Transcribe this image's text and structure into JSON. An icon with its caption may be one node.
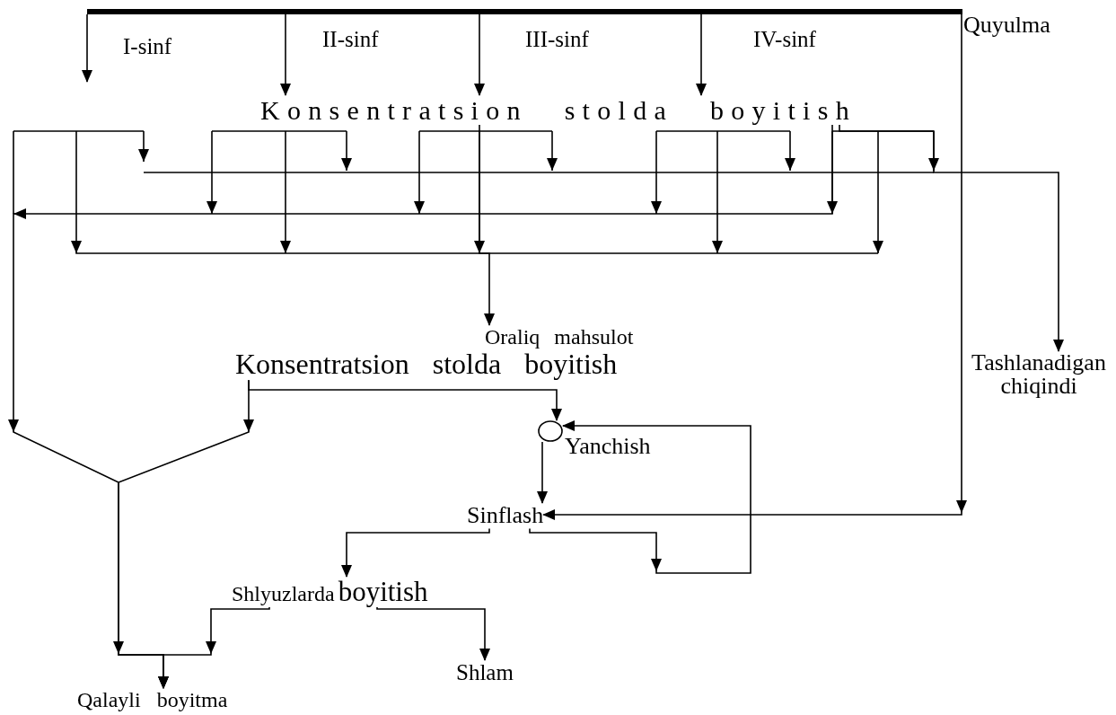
{
  "diagram": {
    "nodes": [
      {
        "text": [],
        "shape": "bar",
        "beside": [
          "Quyulma"
        ]
      },
      {
        "text": [
          "Konsentratsion stolda boyitish"
        ]
      },
      {
        "text": [
          "Oraliq mahsulot"
        ]
      },
      {
        "text": [
          "Tashlanadigan chiqindi"
        ]
      },
      {
        "text": [
          "Konsentratsion stolda boyitish"
        ]
      },
      {
        "text": [],
        "shape": "ellipse",
        "beside": [
          "Yanchish"
        ]
      },
      {
        "text": [
          "Sinflash"
        ]
      },
      {
        "text": [
          "Shlyuzlarda",
          "boyitish"
        ]
      },
      {
        "text": [
          "Shlam"
        ]
      },
      {
        "text": [
          "Qalayli boyitma"
        ]
      }
    ],
    "edges": [
      {
        "from": 0,
        "to": null,
        "arrow": "to",
        "label": "I-sinf"
      },
      {
        "from": 0,
        "to": 1,
        "arrow": "to",
        "label": "II-sinf"
      },
      {
        "from": 0,
        "to": 1,
        "arrow": "to",
        "label": "III-sinf"
      },
      {
        "from": 0,
        "to": 1,
        "arrow": "to",
        "label": "IV-sinf"
      },
      {
        "from": 0,
        "to": 6,
        "arrow": "to"
      },
      {
        "from": 1,
        "to": 2,
        "arrow": "to"
      },
      {
        "from": 1,
        "to": 3,
        "arrow": "to"
      },
      {
        "from": 1,
        "to": 9,
        "arrow": "to"
      },
      {
        "from": 4,
        "to": 9,
        "arrow": "to"
      },
      {
        "from": 4,
        "to": 5,
        "arrow": "to"
      },
      {
        "from": 5,
        "to": 6,
        "arrow": "to"
      },
      {
        "from": 6,
        "to": 7,
        "arrow": "to"
      },
      {
        "from": 6,
        "to": 5,
        "arrow": "to"
      },
      {
        "from": 7,
        "to": 9,
        "arrow": "to"
      },
      {
        "from": 7,
        "to": 8,
        "arrow": "to"
      }
    ]
  }
}
